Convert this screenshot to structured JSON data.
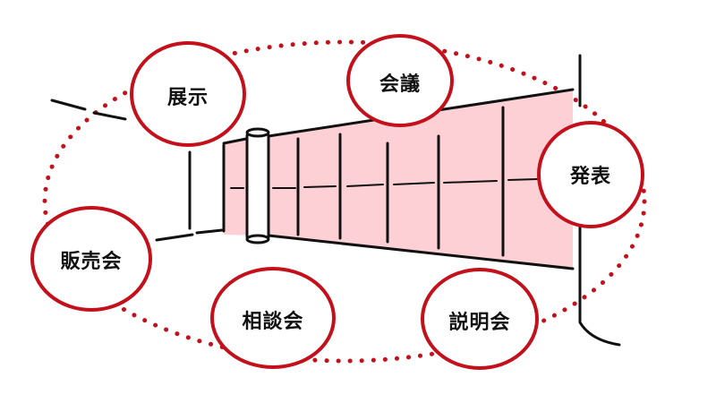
{
  "colors": {
    "circle_stroke": "#c4101b",
    "dots": "#c4101b",
    "hall_fill": "#fdd0d6",
    "line": "#111111"
  },
  "labels": {
    "exhibition": "展示",
    "meeting": "会議",
    "presentation": "発表",
    "sales_event": "販売会",
    "consultation_event": "相談会",
    "briefing_event": "説明会"
  }
}
